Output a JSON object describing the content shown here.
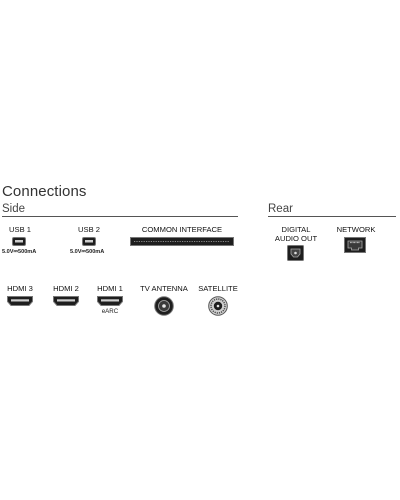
{
  "title": "Connections",
  "sections": {
    "side": "Side",
    "rear": "Rear"
  },
  "ports": {
    "usb1": {
      "label": "USB 1",
      "spec": "5.0V⎓500mA"
    },
    "usb2": {
      "label": "USB 2",
      "spec": "5.0V⎓500mA"
    },
    "ci": {
      "label": "COMMON INTERFACE"
    },
    "hdmi3": {
      "label": "HDMI 3"
    },
    "hdmi2": {
      "label": "HDMI 2"
    },
    "hdmi1": {
      "label": "HDMI 1",
      "note": "eARC"
    },
    "tv_antenna": {
      "label": "TV ANTENNA"
    },
    "satellite": {
      "label": "SATELLITE"
    },
    "digital_audio_out": {
      "line1": "DIGITAL",
      "line2": "AUDIO OUT"
    },
    "network": {
      "label": "NETWORK"
    }
  },
  "icons": {
    "usb": "usb-port-icon",
    "ci": "ci-slot-icon",
    "hdmi": "hdmi-port-icon",
    "antenna": "coax-connector-icon",
    "optical": "optical-port-icon",
    "lan": "ethernet-port-icon"
  },
  "colors": {
    "port_fill": "#1e1e1e",
    "port_outline": "#777777",
    "rule": "#555555"
  }
}
